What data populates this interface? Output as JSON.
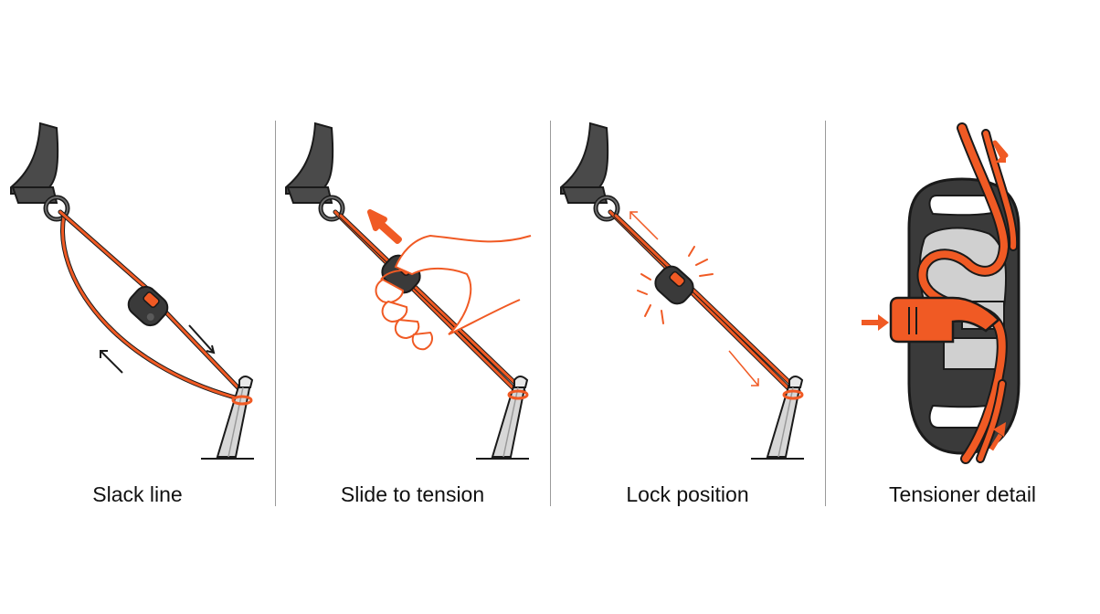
{
  "colors": {
    "cord": "#f05a24",
    "outline": "#1a1a1a",
    "strap": "#4a4a4a",
    "tensioner_body": "#3a3a3a",
    "stake": "#d7d7d7",
    "background": "#ffffff"
  },
  "steps": [
    {
      "caption": "Slack line"
    },
    {
      "caption": "Slide to tension"
    },
    {
      "caption": "Lock position"
    },
    {
      "caption": "Tensioner detail"
    }
  ]
}
